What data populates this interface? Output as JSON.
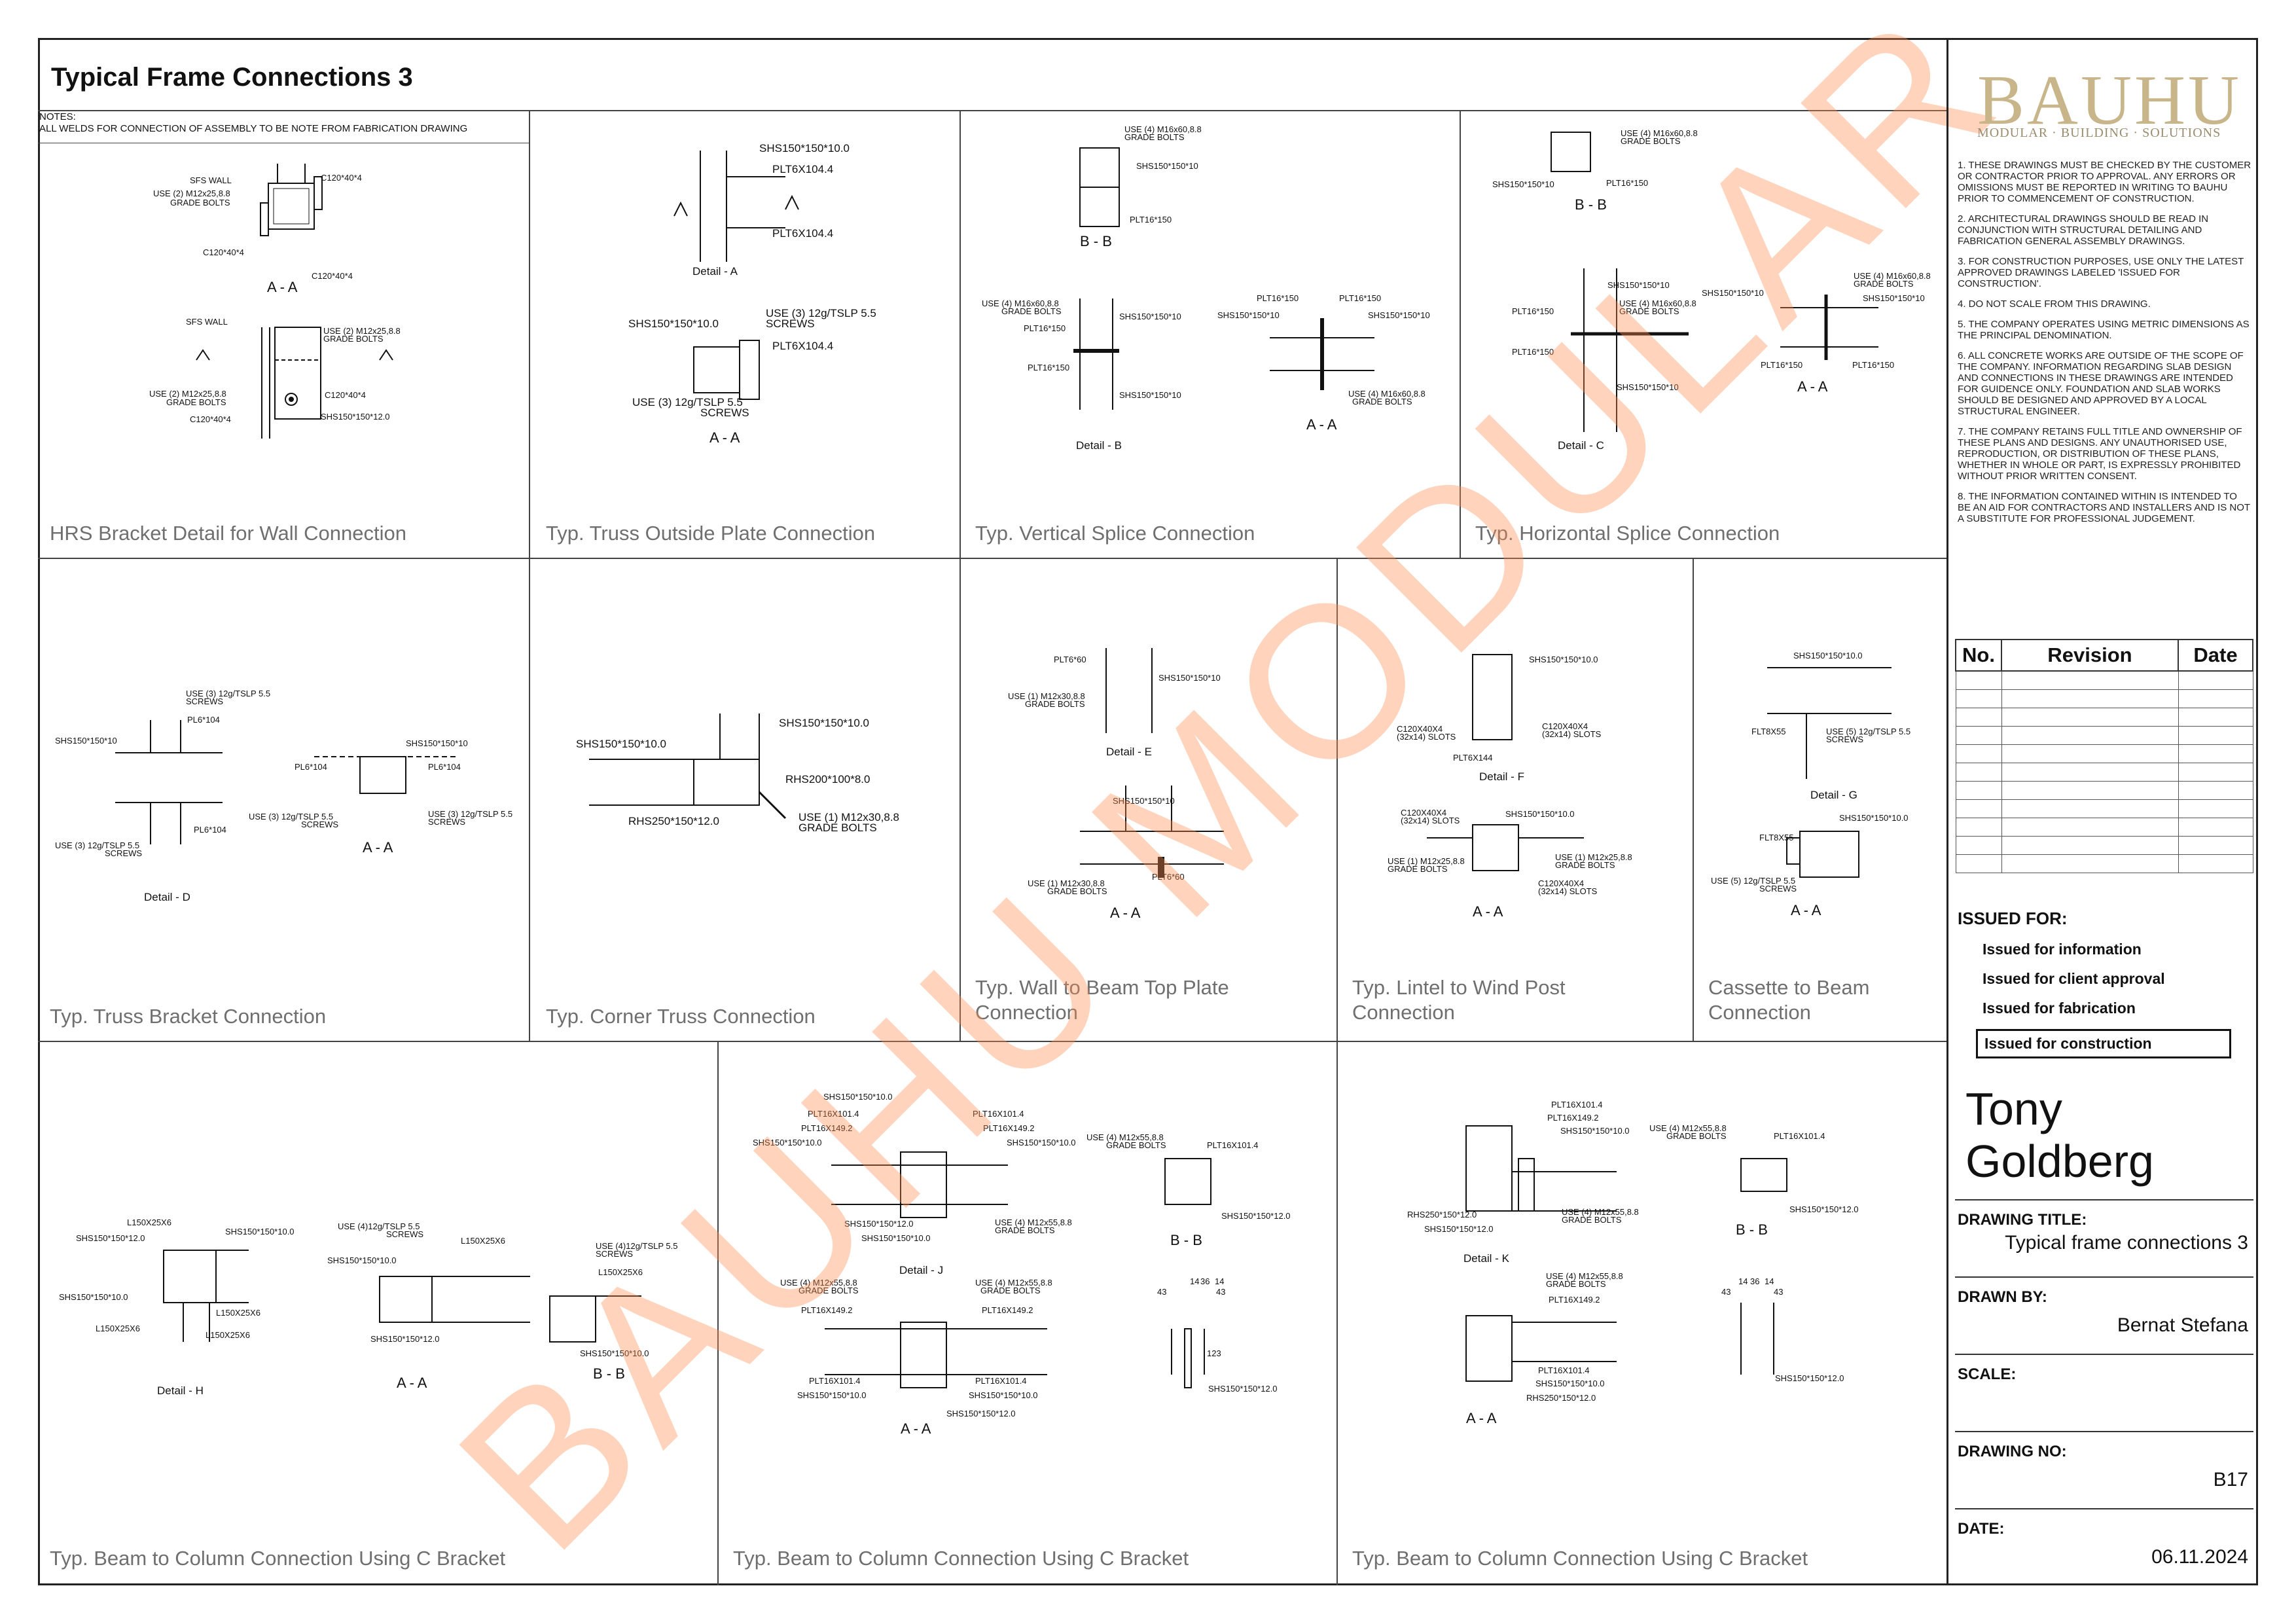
{
  "sheet": {
    "title": "Typical Frame Connections 3",
    "notes_head": "NOTES:",
    "notes_body": "ALL WELDS FOR CONNECTION OF ASSEMBLY TO BE NOTE FROM FABRICATION DRAWING",
    "watermark": "BAUHU MODULAR"
  },
  "panels": [
    {
      "title": "HRS Bracket Detail for Wall Connection"
    },
    {
      "title": "Typ. Truss Outside Plate Connection"
    },
    {
      "title": "Typ. Vertical Splice Connection"
    },
    {
      "title": "Typ. Horizontal Splice Connection"
    },
    {
      "title": "Typ. Truss Bracket Connection"
    },
    {
      "title": "Typ. Corner Truss Connection"
    },
    {
      "title": "Typ. Wall to Beam Top Plate\nConnection"
    },
    {
      "title": "Typ. Lintel to Wind Post\nConnection"
    },
    {
      "title": "Cassette to Beam\nConnection"
    },
    {
      "title": "Typ. Beam to Column Connection Using C Bracket"
    },
    {
      "title": "Typ. Beam to Column Connection Using C Bracket"
    },
    {
      "title": "Typ. Beam to Column Connection Using C Bracket"
    }
  ],
  "labels": {
    "sfs_wall": "SFS WALL",
    "c120": "C120*40*4",
    "use2_m12": "USE (2) M12x25,8.8",
    "grade_bolts": "GRADE BOLTS",
    "shs150_12": "SHS150*150*12.0",
    "shs150_10": "SHS150*150*10.0",
    "shs150_10b": "SHS150*150*10",
    "plt6x104": "PLT6X104.4",
    "use3_12g": "USE (3) 12g/TSLP 5.5",
    "screws": "SCREWS",
    "use4_m16": "USE (4) M16x60,8.8",
    "plt16_150": "PLT16*150",
    "pl6_104": "PL6*104",
    "rhs200": "RHS200*100*8.0",
    "rhs250": "RHS250*150*12.0",
    "use1_m12": "USE (1) M12x30,8.8",
    "plt6_60": "PLT6*60",
    "plt6x144": "PLT6X144",
    "c120x40": "C120X40X4",
    "slots": "(32x14) SLOTS",
    "use1_m12_25": "USE (1) M12x25,8.8",
    "flt8": "FLT8X55",
    "use5_12g": "USE (5) 12g/TSLP 5.5",
    "l150": "L150X25X6",
    "use4_12g": "USE (4)12g/TSLP 5.5",
    "plt16x101": "PLT16X101.4",
    "plt16x149": "PLT16X149.2",
    "use4_m12_55": "USE (4) M12x55,8.8",
    "detail_a": "Detail - A",
    "detail_b": "Detail - B",
    "detail_c": "Detail - C",
    "detail_d": "Detail - D",
    "detail_e": "Detail - E",
    "detail_f": "Detail - F",
    "detail_g": "Detail - G",
    "detail_h": "Detail - H",
    "detail_j": "Detail - J",
    "detail_k": "Detail - K",
    "sec_aa": "A - A",
    "sec_bb": "B - B",
    "a": "A",
    "b": "B",
    "dim_14": "14",
    "dim_36": "36",
    "dim_43": "43",
    "dim_123": "123"
  },
  "sidebar": {
    "logo": "BAUHU",
    "logo_sub": "MODULAR · BUILDING · SOLUTIONS",
    "notes": [
      "1.  THESE DRAWINGS MUST BE CHECKED BY THE CUSTOMER OR CONTRACTOR PRIOR TO APPROVAL. ANY ERRORS OR OMISSIONS MUST BE REPORTED IN WRITING TO BAUHU PRIOR TO COMMENCEMENT OF CONSTRUCTION.",
      "2.  ARCHITECTURAL DRAWINGS SHOULD BE READ IN CONJUNCTION WITH STRUCTURAL DETAILING AND FABRICATION GENERAL ASSEMBLY DRAWINGS.",
      "3.  FOR CONSTRUCTION PURPOSES, USE ONLY THE LATEST APPROVED DRAWINGS LABELED 'ISSUED FOR CONSTRUCTION'.",
      "4.  DO NOT SCALE FROM THIS DRAWING.",
      "5.  THE COMPANY OPERATES USING METRIC DIMENSIONS AS THE PRINCIPAL DENOMINATION.",
      "6.  ALL CONCRETE WORKS ARE OUTSIDE OF THE SCOPE OF THE COMPANY. INFORMATION REGARDING SLAB DESIGN AND CONNECTIONS IN THESE DRAWINGS ARE INTENDED FOR GUIDENCE ONLY. FOUNDATION AND SLAB WORKS SHOULD BE DESIGNED AND APPROVED BY A LOCAL STRUCTURAL ENGINEER.",
      "7.  THE COMPANY RETAINS FULL TITLE AND OWNERSHIP OF THESE PLANS AND DESIGNS. ANY UNAUTHORISED USE, REPRODUCTION, OR DISTRIBUTION OF THESE PLANS, WHETHER IN WHOLE OR PART, IS EXPRESSLY PROHIBITED WITHOUT PRIOR WRITTEN CONSENT.",
      "8.  THE INFORMATION CONTAINED WITHIN IS INTENDED TO BE AN AID FOR CONTRACTORS AND INSTALLERS AND IS NOT A SUBSTITUTE FOR PROFESSIONAL JUDGEMENT."
    ],
    "rev_headers": {
      "no": "No.",
      "revision": "Revision",
      "date": "Date"
    },
    "issued_for": "ISSUED FOR:",
    "issued_items": [
      "Issued for information",
      "Issued for client approval",
      "Issued for fabrication",
      "Issued for construction"
    ],
    "person": "Tony Goldberg",
    "drawing_title_label": "DRAWING TITLE:",
    "drawing_title": "Typical frame connections 3",
    "drawn_by_label": "DRAWN BY:",
    "drawn_by": "Bernat Stefana",
    "scale_label": "SCALE:",
    "scale": "",
    "drawing_no_label": "DRAWING NO:",
    "drawing_no": "B17",
    "date_label": "DATE:",
    "date": "06.11.2024"
  }
}
